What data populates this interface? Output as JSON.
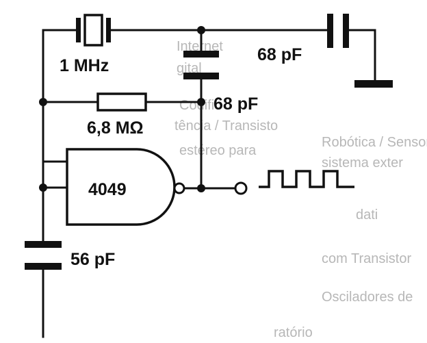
{
  "diagram": {
    "colors": {
      "ink": "#111111",
      "paper": "#ffffff",
      "bleed_text": "#b7b7b7"
    },
    "components": {
      "crystal": {
        "label": "1 MHz",
        "symbol": "crystal"
      },
      "cap_output": {
        "label": "68 pF",
        "symbol": "capacitor"
      },
      "cap_shunt": {
        "label": "68 pF",
        "symbol": "capacitor"
      },
      "resistor": {
        "label": "6,8 MΩ",
        "symbol": "resistor"
      },
      "inverter": {
        "label": "4049",
        "symbol": "nand-gate-with-inversion-bubble"
      },
      "cap_input": {
        "label": "56 pF",
        "symbol": "capacitor"
      },
      "ground": {
        "symbol": "ground"
      },
      "output": {
        "symbol": "square-wave-output"
      }
    },
    "background_text": [
      {
        "text": "Internet"
      },
      {
        "text": "gital"
      },
      {
        "text": "tência / Transisto"
      },
      {
        "text": "Codific"
      },
      {
        "text": "estéreo para"
      },
      {
        "text": "Robótica / Sensor"
      },
      {
        "text": "sistema exter"
      },
      {
        "text": "dati"
      },
      {
        "text": "com Transistor"
      },
      {
        "text": "Osciladores de"
      },
      {
        "text": "ratório"
      }
    ]
  }
}
